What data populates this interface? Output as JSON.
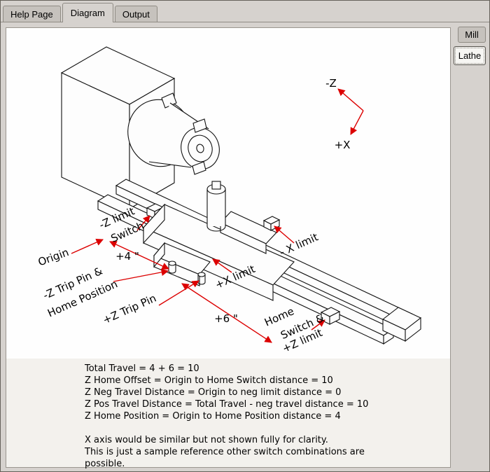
{
  "tabs": [
    {
      "label": "Help Page",
      "active": false
    },
    {
      "label": "Diagram",
      "active": true
    },
    {
      "label": "Output",
      "active": false
    }
  ],
  "side_tabs": [
    {
      "label": "Mill",
      "selected": false
    },
    {
      "label": "Lathe",
      "selected": true
    }
  ],
  "diagram": {
    "labels": {
      "axis_neg_z": "-Z",
      "axis_pos_x": "+X",
      "neg_z_limit_1": "-Z limit",
      "neg_z_limit_2": "Switch",
      "origin": "Origin",
      "dim_4": "+4 \"",
      "neg_z_trip_1": "-Z Trip Pin &",
      "neg_z_trip_2": "Home Position",
      "pos_z_trip": "+Z Trip Pin",
      "pos_x_limit": "+X limit",
      "neg_x_limit": "- X limit",
      "dim_6": "+6 \"",
      "home_1": "Home",
      "home_2": "Switch &",
      "home_3": "+Z limit"
    },
    "colors": {
      "annotation": "#dc0000",
      "line": "#000000"
    }
  },
  "notes": {
    "lines": [
      "Total Travel = 4 + 6 = 10",
      "Z Home Offset = Origin to Home Switch distance = 10",
      "Z Neg Travel Distance = Origin to neg limit distance = 0",
      "Z Pos Travel Distance = Total Travel - neg travel distance = 10",
      "Z Home Position = Origin to Home Position distance = 4",
      "",
      "X axis would be similar but not shown fully for clarity.",
      "This is just a sample reference other switch combinations are possible."
    ]
  }
}
